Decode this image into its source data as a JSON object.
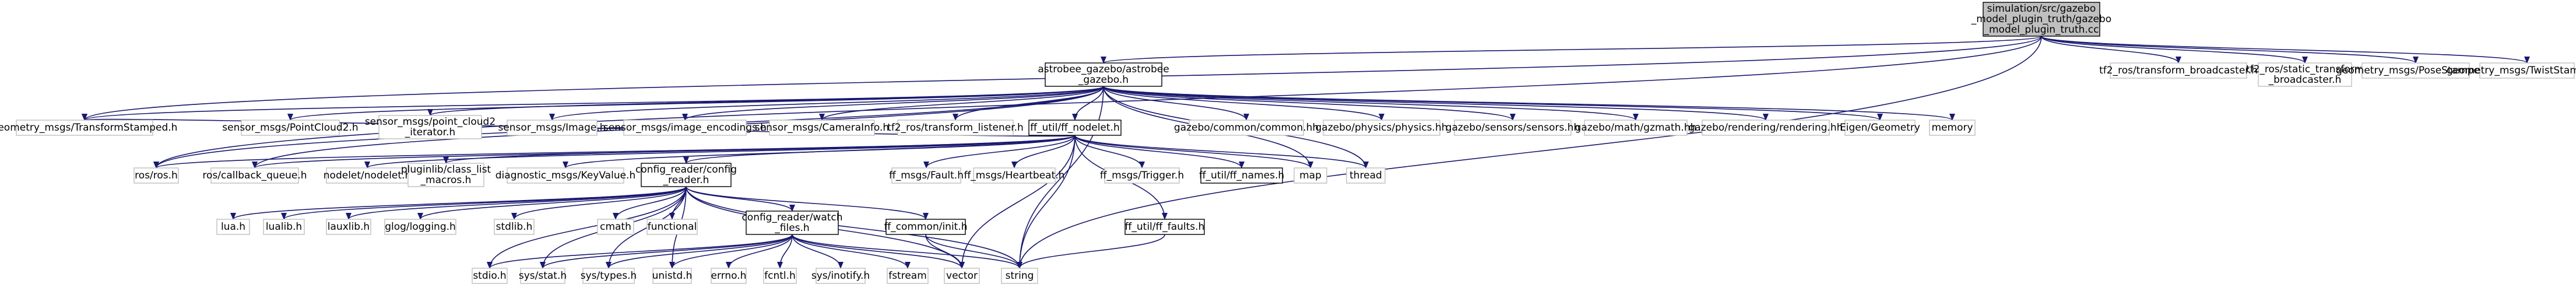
{
  "colors": {
    "edge": "#191970",
    "root_fill": "#bfbfbf",
    "root_stroke": "#000000",
    "internal_fill": "#ffffff",
    "internal_stroke": "#000000",
    "external_fill": "#ffffff",
    "external_stroke": "#bfbfbf",
    "text": "#000000",
    "background": "#ffffff"
  },
  "nodes": [
    {
      "id": "root",
      "kind": "root",
      "lines": [
        "simulation/src/gazebo",
        "_model_plugin_truth/gazebo",
        "_model_plugin_truth.cc"
      ]
    },
    {
      "id": "astrobee_gazebo",
      "kind": "internal",
      "lines": [
        "astrobee_gazebo/astrobee",
        "_gazebo.h"
      ]
    },
    {
      "id": "tf2_ros_tb",
      "kind": "external",
      "lines": [
        "tf2_ros/transform_broadcaster.h"
      ]
    },
    {
      "id": "tf2_ros_stb",
      "kind": "external",
      "lines": [
        "tf2_ros/static_transform",
        "_broadcaster.h"
      ]
    },
    {
      "id": "geo_pose",
      "kind": "external",
      "lines": [
        "geometry_msgs/PoseStamped.h"
      ]
    },
    {
      "id": "geo_twist",
      "kind": "external",
      "lines": [
        "geometry_msgs/TwistStamped.h"
      ]
    },
    {
      "id": "geo_tf",
      "kind": "external",
      "lines": [
        "geometry_msgs/TransformStamped.h"
      ]
    },
    {
      "id": "pc2",
      "kind": "external",
      "lines": [
        "sensor_msgs/PointCloud2.h"
      ]
    },
    {
      "id": "pc2_it",
      "kind": "external",
      "lines": [
        "sensor_msgs/point_cloud2",
        "_iterator.h"
      ]
    },
    {
      "id": "image",
      "kind": "external",
      "lines": [
        "sensor_msgs/Image.h"
      ]
    },
    {
      "id": "image_enc",
      "kind": "external",
      "lines": [
        "sensor_msgs/image_encodings.h"
      ]
    },
    {
      "id": "caminfo",
      "kind": "external",
      "lines": [
        "sensor_msgs/CameraInfo.h"
      ]
    },
    {
      "id": "tf_listener",
      "kind": "external",
      "lines": [
        "tf2_ros/transform_listener.h"
      ]
    },
    {
      "id": "ff_nodelet",
      "kind": "internal",
      "lines": [
        "ff_util/ff_nodelet.h"
      ]
    },
    {
      "id": "gz_common",
      "kind": "external",
      "lines": [
        "gazebo/common/common.hh"
      ]
    },
    {
      "id": "gz_physics",
      "kind": "external",
      "lines": [
        "gazebo/physics/physics.hh"
      ]
    },
    {
      "id": "gz_sensors",
      "kind": "external",
      "lines": [
        "gazebo/sensors/sensors.hh"
      ]
    },
    {
      "id": "gz_math",
      "kind": "external",
      "lines": [
        "gazebo/math/gzmath.hh"
      ]
    },
    {
      "id": "gz_render",
      "kind": "external",
      "lines": [
        "gazebo/rendering/rendering.hh"
      ]
    },
    {
      "id": "eigen",
      "kind": "external",
      "lines": [
        "Eigen/Geometry"
      ]
    },
    {
      "id": "memory",
      "kind": "external",
      "lines": [
        "memory"
      ]
    },
    {
      "id": "ros",
      "kind": "external",
      "lines": [
        "ros/ros.h"
      ]
    },
    {
      "id": "cbq",
      "kind": "external",
      "lines": [
        "ros/callback_queue.h"
      ]
    },
    {
      "id": "nodelet",
      "kind": "external",
      "lines": [
        "nodelet/nodelet.h"
      ]
    },
    {
      "id": "pluginlib",
      "kind": "external",
      "lines": [
        "pluginlib/class_list",
        "_macros.h"
      ]
    },
    {
      "id": "diag",
      "kind": "external",
      "lines": [
        "diagnostic_msgs/KeyValue.h"
      ]
    },
    {
      "id": "config_reader",
      "kind": "internal",
      "lines": [
        "config_reader/config",
        "_reader.h"
      ]
    },
    {
      "id": "ff_fault",
      "kind": "external",
      "lines": [
        "ff_msgs/Fault.h"
      ]
    },
    {
      "id": "ff_hb",
      "kind": "external",
      "lines": [
        "ff_msgs/Heartbeat.h"
      ]
    },
    {
      "id": "ff_trigger",
      "kind": "external",
      "lines": [
        "ff_msgs/Trigger.h"
      ]
    },
    {
      "id": "ff_names",
      "kind": "internal",
      "lines": [
        "ff_util/ff_names.h"
      ]
    },
    {
      "id": "map",
      "kind": "external",
      "lines": [
        "map"
      ]
    },
    {
      "id": "thread",
      "kind": "external",
      "lines": [
        "thread"
      ]
    },
    {
      "id": "lua",
      "kind": "external",
      "lines": [
        "lua.h"
      ]
    },
    {
      "id": "lualib",
      "kind": "external",
      "lines": [
        "lualib.h"
      ]
    },
    {
      "id": "lauxlib",
      "kind": "external",
      "lines": [
        "lauxlib.h"
      ]
    },
    {
      "id": "glog",
      "kind": "external",
      "lines": [
        "glog/logging.h"
      ]
    },
    {
      "id": "stdlib",
      "kind": "external",
      "lines": [
        "stdlib.h"
      ]
    },
    {
      "id": "cmath",
      "kind": "external",
      "lines": [
        "cmath"
      ]
    },
    {
      "id": "functional",
      "kind": "external",
      "lines": [
        "functional"
      ]
    },
    {
      "id": "watch_files",
      "kind": "internal",
      "lines": [
        "config_reader/watch",
        "_files.h"
      ]
    },
    {
      "id": "ff_common",
      "kind": "internal",
      "lines": [
        "ff_common/init.h"
      ]
    },
    {
      "id": "ff_faults",
      "kind": "internal",
      "lines": [
        "ff_util/ff_faults.h"
      ]
    },
    {
      "id": "stdio",
      "kind": "external",
      "lines": [
        "stdio.h"
      ]
    },
    {
      "id": "sysstat",
      "kind": "external",
      "lines": [
        "sys/stat.h"
      ]
    },
    {
      "id": "systypes",
      "kind": "external",
      "lines": [
        "sys/types.h"
      ]
    },
    {
      "id": "unistd",
      "kind": "external",
      "lines": [
        "unistd.h"
      ]
    },
    {
      "id": "errno",
      "kind": "external",
      "lines": [
        "errno.h"
      ]
    },
    {
      "id": "fcntl",
      "kind": "external",
      "lines": [
        "fcntl.h"
      ]
    },
    {
      "id": "inotify",
      "kind": "external",
      "lines": [
        "sys/inotify.h"
      ]
    },
    {
      "id": "fstream",
      "kind": "external",
      "lines": [
        "fstream"
      ]
    },
    {
      "id": "vector",
      "kind": "external",
      "lines": [
        "vector"
      ]
    },
    {
      "id": "string",
      "kind": "external",
      "lines": [
        "string"
      ]
    }
  ],
  "edges": [
    [
      "root",
      "astrobee_gazebo"
    ],
    [
      "root",
      "tf2_ros_tb"
    ],
    [
      "root",
      "tf2_ros_stb"
    ],
    [
      "root",
      "geo_pose"
    ],
    [
      "root",
      "geo_twist"
    ],
    [
      "root",
      "geo_tf"
    ],
    [
      "root",
      "ros"
    ],
    [
      "root",
      "string"
    ],
    [
      "astrobee_gazebo",
      "geo_tf"
    ],
    [
      "astrobee_gazebo",
      "pc2"
    ],
    [
      "astrobee_gazebo",
      "pc2_it"
    ],
    [
      "astrobee_gazebo",
      "image"
    ],
    [
      "astrobee_gazebo",
      "image_enc"
    ],
    [
      "astrobee_gazebo",
      "caminfo"
    ],
    [
      "astrobee_gazebo",
      "tf_listener"
    ],
    [
      "astrobee_gazebo",
      "ff_nodelet"
    ],
    [
      "astrobee_gazebo",
      "gz_common"
    ],
    [
      "astrobee_gazebo",
      "gz_physics"
    ],
    [
      "astrobee_gazebo",
      "gz_sensors"
    ],
    [
      "astrobee_gazebo",
      "gz_math"
    ],
    [
      "astrobee_gazebo",
      "gz_render"
    ],
    [
      "astrobee_gazebo",
      "eigen"
    ],
    [
      "astrobee_gazebo",
      "memory"
    ],
    [
      "astrobee_gazebo",
      "ros"
    ],
    [
      "astrobee_gazebo",
      "cbq"
    ],
    [
      "astrobee_gazebo",
      "map"
    ],
    [
      "astrobee_gazebo",
      "thread"
    ],
    [
      "astrobee_gazebo",
      "string"
    ],
    [
      "ff_nodelet",
      "ros"
    ],
    [
      "ff_nodelet",
      "cbq"
    ],
    [
      "ff_nodelet",
      "nodelet"
    ],
    [
      "ff_nodelet",
      "pluginlib"
    ],
    [
      "ff_nodelet",
      "diag"
    ],
    [
      "ff_nodelet",
      "config_reader"
    ],
    [
      "ff_nodelet",
      "ff_fault"
    ],
    [
      "ff_nodelet",
      "ff_hb"
    ],
    [
      "ff_nodelet",
      "ff_trigger"
    ],
    [
      "ff_nodelet",
      "ff_names"
    ],
    [
      "ff_nodelet",
      "ff_faults"
    ],
    [
      "ff_nodelet",
      "map"
    ],
    [
      "ff_nodelet",
      "thread"
    ],
    [
      "ff_nodelet",
      "vector"
    ],
    [
      "ff_nodelet",
      "string"
    ],
    [
      "ff_nodelet",
      "geo_tf"
    ],
    [
      "config_reader",
      "lua"
    ],
    [
      "config_reader",
      "lualib"
    ],
    [
      "config_reader",
      "lauxlib"
    ],
    [
      "config_reader",
      "glog"
    ],
    [
      "config_reader",
      "stdlib"
    ],
    [
      "config_reader",
      "cmath"
    ],
    [
      "config_reader",
      "functional"
    ],
    [
      "config_reader",
      "watch_files"
    ],
    [
      "config_reader",
      "ff_common"
    ],
    [
      "config_reader",
      "stdio"
    ],
    [
      "config_reader",
      "sysstat"
    ],
    [
      "config_reader",
      "systypes"
    ],
    [
      "config_reader",
      "unistd"
    ],
    [
      "config_reader",
      "vector"
    ],
    [
      "config_reader",
      "string"
    ],
    [
      "watch_files",
      "stdio"
    ],
    [
      "watch_files",
      "sysstat"
    ],
    [
      "watch_files",
      "systypes"
    ],
    [
      "watch_files",
      "unistd"
    ],
    [
      "watch_files",
      "errno"
    ],
    [
      "watch_files",
      "fcntl"
    ],
    [
      "watch_files",
      "inotify"
    ],
    [
      "watch_files",
      "fstream"
    ],
    [
      "watch_files",
      "vector"
    ],
    [
      "watch_files",
      "string"
    ],
    [
      "ff_common",
      "vector"
    ],
    [
      "ff_common",
      "string"
    ],
    [
      "ff_faults",
      "string"
    ]
  ]
}
